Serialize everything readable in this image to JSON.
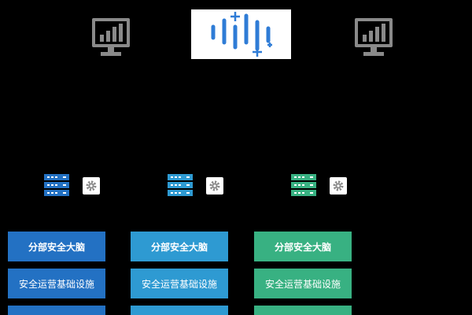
{
  "icons": {
    "left_monitor": "monitor-chart-icon",
    "right_monitor": "monitor-chart-icon",
    "logo": "waveform-logo-icon",
    "server": "server-rack-icon",
    "gear": "gear-icon"
  },
  "colors": {
    "background": "#000000",
    "monitor": "#8a8a8a",
    "logo": "#2f7cd6",
    "col1": "#2371c3",
    "col2": "#2e9ad2",
    "col3": "#38b182"
  },
  "columns": [
    {
      "brain_label": "分部安全大脑",
      "infra_label": "安全运营基础设施"
    },
    {
      "brain_label": "分部安全大脑",
      "infra_label": "安全运营基础设施"
    },
    {
      "brain_label": "分部安全大脑",
      "infra_label": "安全运营基础设施"
    }
  ]
}
